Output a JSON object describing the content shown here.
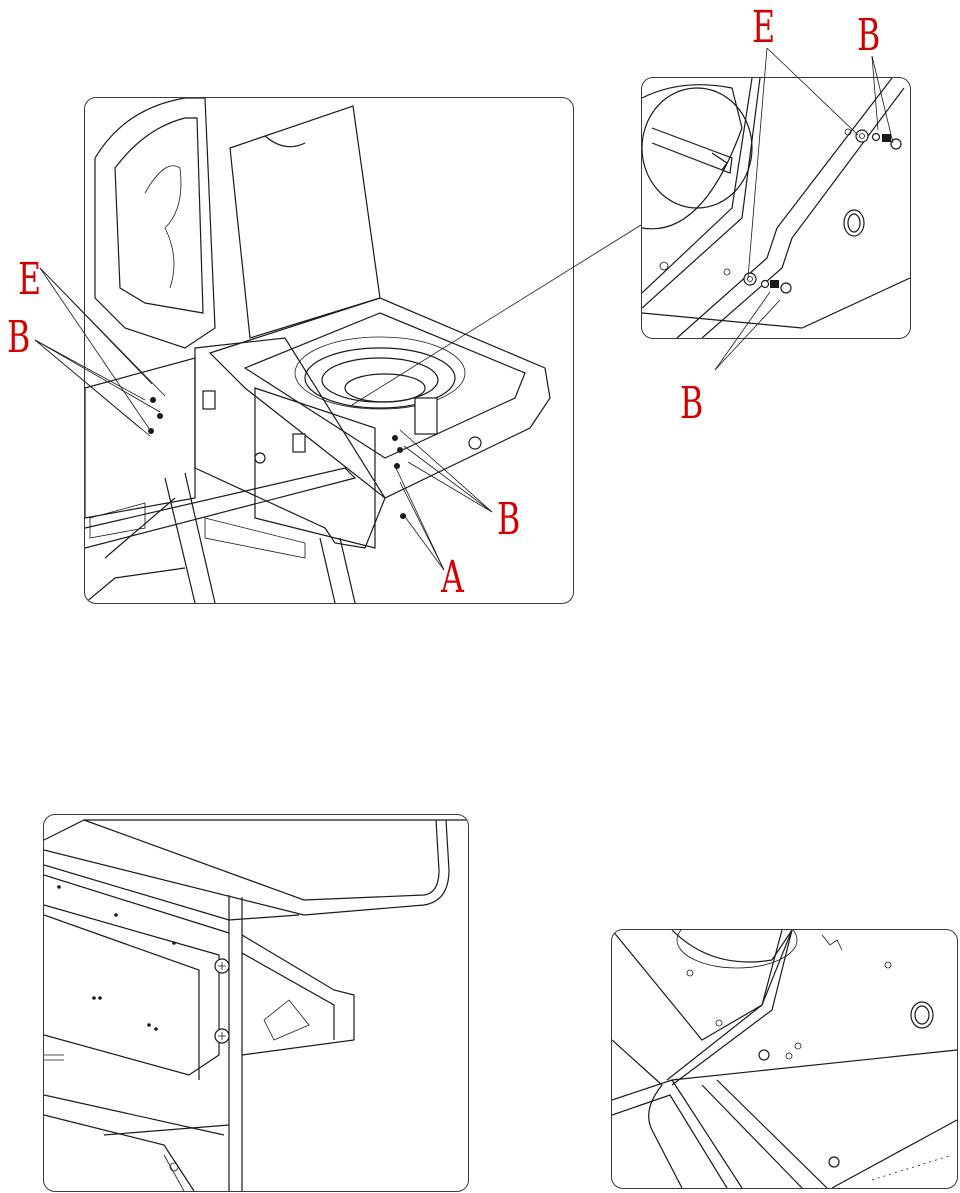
{
  "callouts": {
    "main_e": "E",
    "main_b_left": "B",
    "main_b_right": "B",
    "main_a": "A",
    "detail_e": "E",
    "detail_b_top": "B",
    "detail_b_bottom": "B"
  }
}
